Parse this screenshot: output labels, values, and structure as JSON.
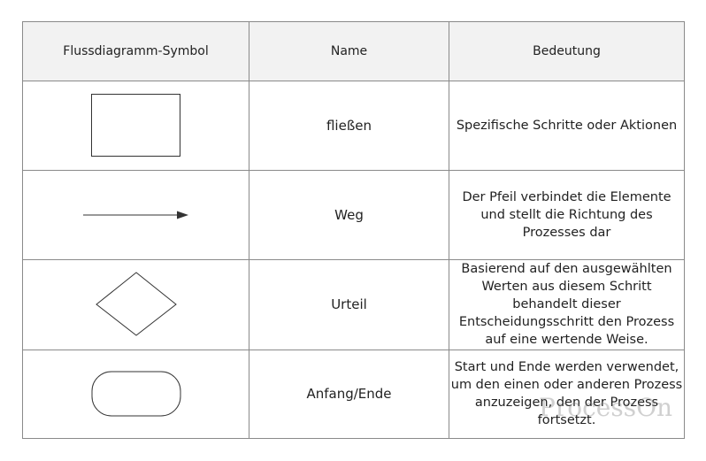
{
  "table": {
    "headers": {
      "symbol": "Flussdiagramm-Symbol",
      "name": "Name",
      "meaning": "Bedeutung"
    },
    "rows": [
      {
        "symbol_icon": "rectangle-process-icon",
        "name": "fließen",
        "meaning": "Spezifische Schritte oder Aktionen"
      },
      {
        "symbol_icon": "arrow-right-icon",
        "name": "Weg",
        "meaning": "Der Pfeil verbindet die Elemente und stellt die Richtung des Prozesses dar"
      },
      {
        "symbol_icon": "diamond-decision-icon",
        "name": "Urteil",
        "meaning": "Basierend auf den ausgewählten Werten aus diesem Schritt behandelt dieser Entscheidungsschritt den Prozess auf eine wertende Weise."
      },
      {
        "symbol_icon": "rounded-terminal-icon",
        "name": "Anfang/Ende",
        "meaning": "Start und Ende werden verwendet, um den einen oder anderen Prozess anzuzeigen, den der Prozess fortsetzt."
      }
    ]
  },
  "watermark": "ProcessOn",
  "colors": {
    "border": "#8a8a8a",
    "header_bg": "#f2f2f2",
    "stroke": "#333333"
  }
}
